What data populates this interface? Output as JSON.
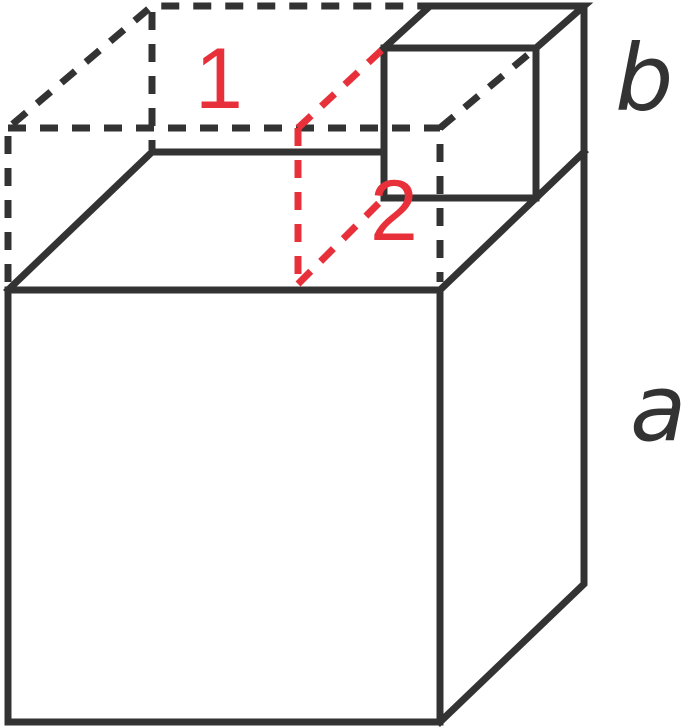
{
  "labels": {
    "b": "b",
    "a": "a",
    "region_1": "1",
    "region_2": "2"
  },
  "colors": {
    "line": "#333333",
    "highlight": "#e8303a",
    "background": "#ffffff"
  }
}
